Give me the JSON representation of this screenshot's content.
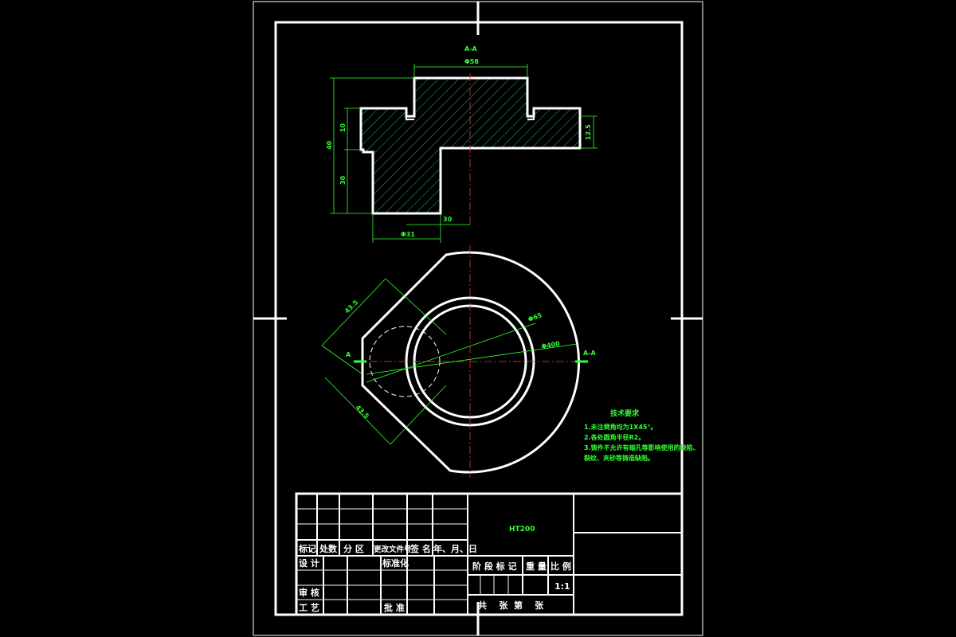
{
  "drawing": {
    "section_label": "A-A",
    "dims_section": {
      "top_width": "Φ58",
      "overall_height": "40",
      "upper_height": "10",
      "lower_height": "30",
      "right_flange": "12.5",
      "bottom_offset": "30",
      "bottom_dia": "Φ31"
    },
    "dims_plan": {
      "upper_diag": "43.5",
      "lower_diag": "43.5",
      "inner_dia": "Φ65",
      "outer_dia": "Φ400",
      "section_mark_left": "A",
      "section_mark_right": "A-A"
    },
    "tech_notes": {
      "title": "技术要求",
      "lines": [
        "1.未注倒角均为1X45°。",
        "2.各处圆角半径R2。",
        "3.铸件不允许有缩孔等影响使用的缺陷、",
        "   裂纹、夹砂等铸造缺陷。"
      ]
    }
  },
  "title_block": {
    "material": "HT200",
    "headers": [
      "标记",
      "处数",
      "分 区",
      "更改文件号",
      "签 名",
      "年、月、日"
    ],
    "design": "设 计",
    "standardize": "标准化",
    "stage_mark": "阶 段 标 记",
    "weight": "重 量",
    "scale": "比 例",
    "scale_value": "1:1",
    "review": "审 核",
    "process": "工 艺",
    "approve": "批 准",
    "sheets": "共    张  第    张"
  },
  "colors": {
    "outline": "#ffffff",
    "dimension": "#33ff33",
    "centerline": "#ff3333",
    "hatch": "#33dd99"
  }
}
